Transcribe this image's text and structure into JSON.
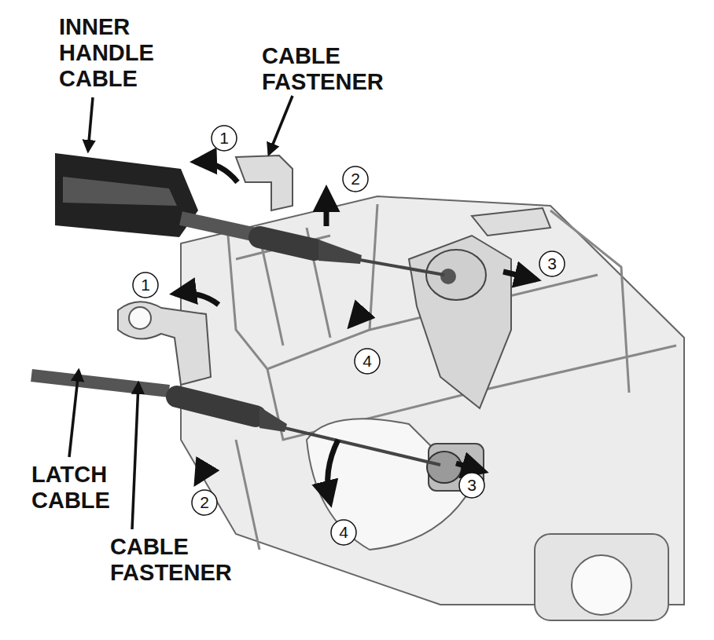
{
  "diagram": {
    "labels": [
      "INNER HANDLE CABLE",
      "CABLE FASTENER",
      "1",
      "2",
      "3",
      "4",
      "1",
      "2",
      "3",
      "4",
      "LATCH CABLE",
      "CABLE FASTENER"
    ]
  }
}
